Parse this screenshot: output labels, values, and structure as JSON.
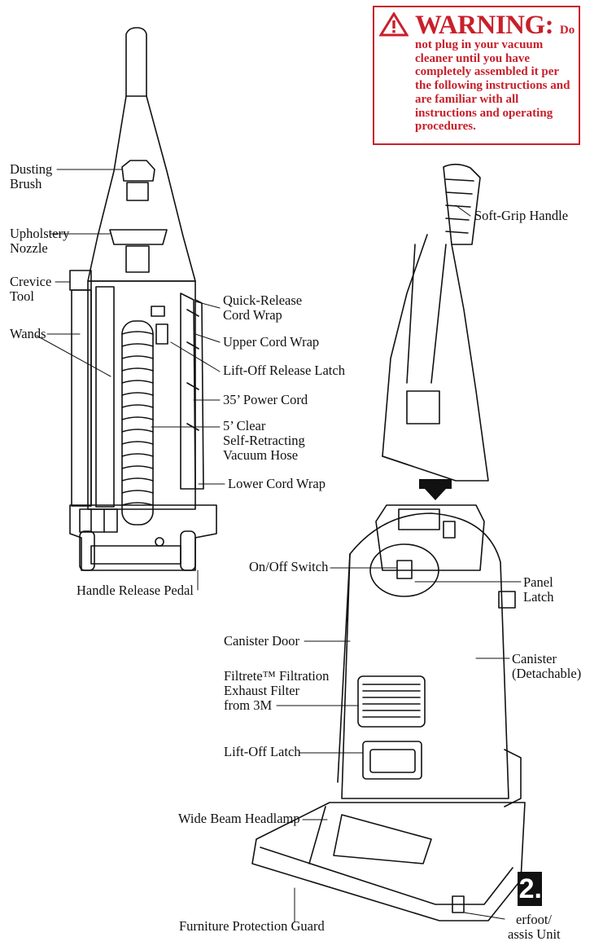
{
  "warning": {
    "title": "WARNING:",
    "title_tail": "Do",
    "body": "not plug in your vacuum cleaner until you have completely assembled it per the following instructions and are familiar with all instructions and operating procedures.",
    "color": "#c8202a"
  },
  "left_labels": {
    "dusting_brush": [
      "Dusting",
      "Brush"
    ],
    "upholstery_nozzle": [
      "Upholstery",
      "Nozzle"
    ],
    "crevice_tool": [
      "Crevice",
      "Tool"
    ],
    "wands": "Wands",
    "quick_release_cord_wrap": [
      "Quick-Release",
      "Cord Wrap"
    ],
    "upper_cord_wrap": "Upper Cord Wrap",
    "lift_off_release_latch": "Lift-Off Release Latch",
    "power_cord": "35’ Power Cord",
    "vacuum_hose": [
      "5’ Clear",
      "Self-Retracting",
      "Vacuum Hose"
    ],
    "lower_cord_wrap": "Lower Cord Wrap",
    "handle_release_pedal": "Handle Release Pedal"
  },
  "right_labels": {
    "soft_grip_handle": "Soft-Grip Handle",
    "on_off_switch": "On/Off Switch",
    "panel_latch": [
      "Panel",
      "Latch"
    ],
    "canister_door": "Canister Door",
    "canister": [
      "Canister",
      "(Detachable)"
    ],
    "filtrete_filter": [
      "Filtrete™ Filtration",
      "Exhaust Filter",
      "from 3M"
    ],
    "lift_off_latch": "Lift-Off Latch",
    "wide_beam_headlamp": "Wide Beam Headlamp",
    "furniture_protection_guard": "Furniture Protection Guard",
    "powerfoot_chassis": [
      "erfoot/",
      "assis Unit"
    ]
  },
  "page_number": "2."
}
